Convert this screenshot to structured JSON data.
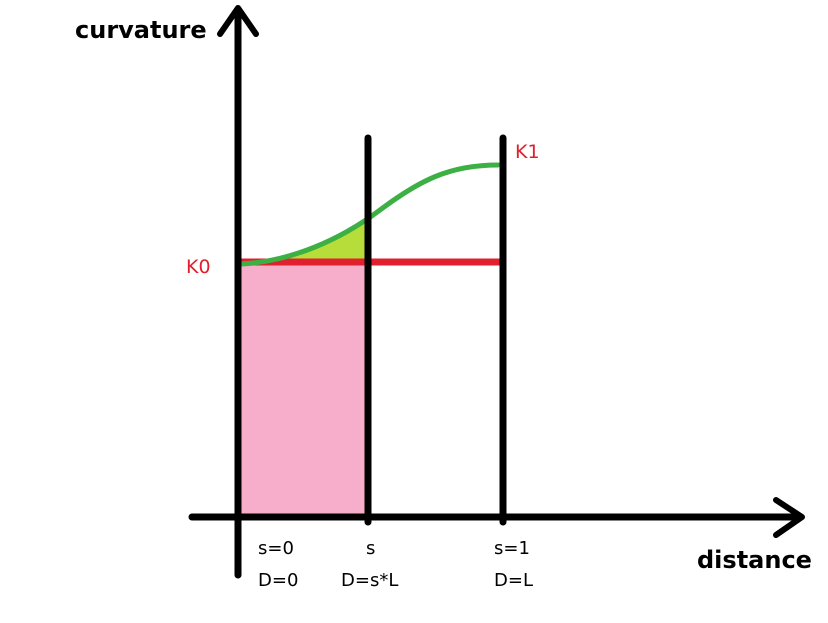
{
  "labels": {
    "y_axis": "curvature",
    "x_axis": "distance",
    "k0": "K0",
    "k1": "K1"
  },
  "ticks": [
    {
      "s_label": "s=0",
      "d_label": "D=0"
    },
    {
      "s_label": "s",
      "d_label": "D=s*L"
    },
    {
      "s_label": "s=1",
      "d_label": "D=L"
    }
  ],
  "colors": {
    "axes": "#000000",
    "baseline_k0": "#e0202e",
    "curve": "#3cb043",
    "area_below_k0": "#f7aecb",
    "area_above_k0": "#b7dd3a",
    "k_labels": "#e0202e",
    "tick_text": "#000000"
  }
}
